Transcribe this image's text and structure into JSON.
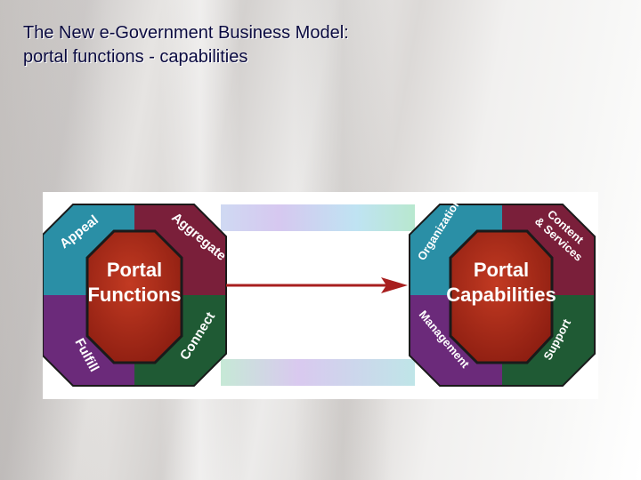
{
  "title": {
    "line1": "The New e-Government Business Model:",
    "line2": "portal functions - capabilities"
  },
  "left_block": {
    "center_line1": "Portal",
    "center_line2": "Functions",
    "quadrants": [
      "Appeal",
      "Aggregate",
      "Fulfill",
      "Connect"
    ]
  },
  "right_block": {
    "center_line1": "Portal",
    "center_line2": "Capabilities",
    "quadrants": [
      "Organization",
      "Content",
      "& Services",
      "Management",
      "Support"
    ]
  },
  "colors": {
    "teal": "#2a8fa6",
    "purple": "#6b2a7a",
    "green": "#1f5a34",
    "maroon": "#7a1f3a",
    "center_red": "#a82a1a",
    "arrow": "#a81f1f"
  }
}
